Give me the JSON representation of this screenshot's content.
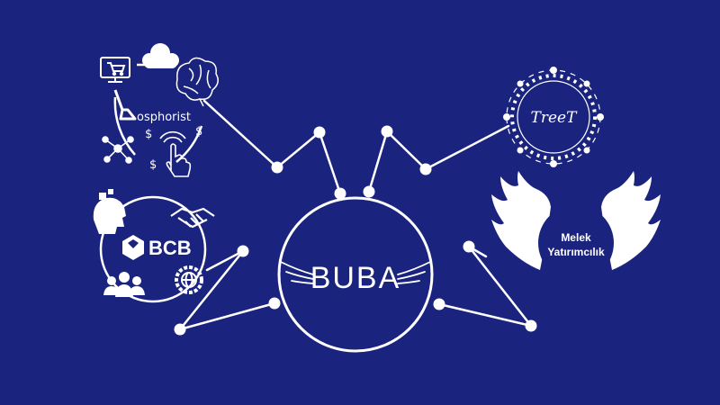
{
  "colors": {
    "background": "#1a237e",
    "foreground": "#ffffff"
  },
  "center": {
    "label": "BUBA"
  },
  "nodes": {
    "bosphorist": {
      "label_initial": "b",
      "label_rest": "osphorist"
    },
    "bcb": {
      "label": "BCB"
    },
    "treet": {
      "label": "TreeT"
    },
    "melek": {
      "line1": "Melek",
      "line2": "Yatırımcılık"
    }
  },
  "icons": [
    "shopping-cart-monitor-icon",
    "cloud-icon",
    "brain-icon",
    "dollar-icon",
    "touch-hand-icon",
    "network-icon",
    "puzzle-head-icon",
    "handshake-icon",
    "people-icon",
    "globe-gear-icon",
    "wings-icon",
    "floral-wreath-icon"
  ]
}
